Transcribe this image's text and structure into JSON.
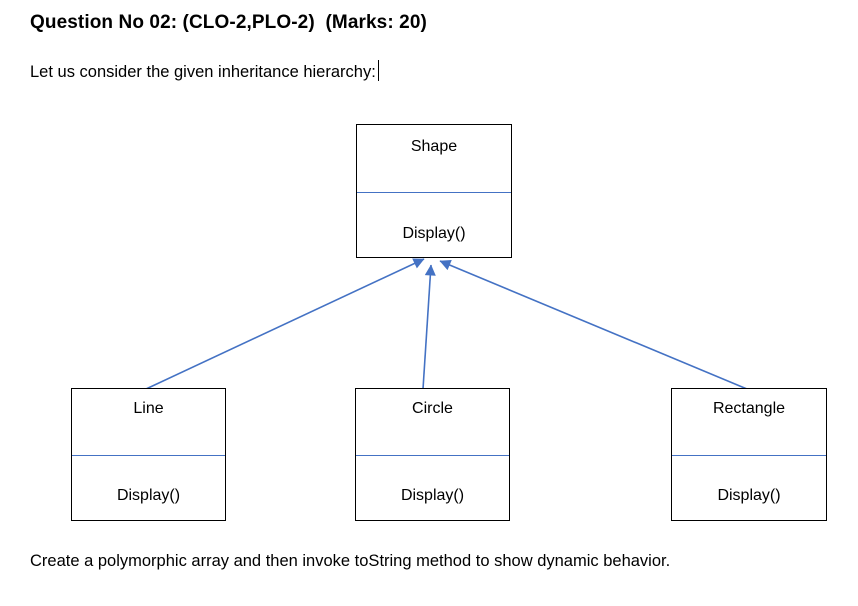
{
  "page": {
    "title": "Question No 02: (CLO-2,PLO-2)  (Marks: 20)",
    "intro": "Let us consider the given inheritance hierarchy:",
    "footer": "Create a polymorphic array and then invoke toString method to show dynamic behavior."
  },
  "diagram": {
    "accent_color": "#4472C4",
    "parent": {
      "name": "Shape",
      "method": "Display()"
    },
    "children": [
      {
        "name": "Line",
        "method": "Display()"
      },
      {
        "name": "Circle",
        "method": "Display()"
      },
      {
        "name": "Rectangle",
        "method": "Display()"
      }
    ]
  }
}
